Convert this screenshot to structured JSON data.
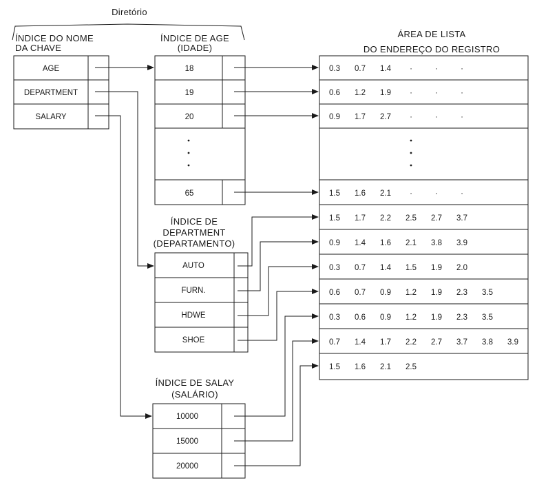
{
  "directory": {
    "title": "Diretório",
    "key_index_heading": [
      "ÍNDICE DO NOME",
      "DA CHAVE"
    ],
    "keys": [
      "AGE",
      "DEPARTMENT",
      "SALARY"
    ]
  },
  "age_index": {
    "heading": [
      "ÍNDICE DE AGE",
      "(IDADE)"
    ],
    "entries": [
      "18",
      "19",
      "20",
      "65"
    ]
  },
  "department_index": {
    "heading": [
      "ÍNDICE DE",
      "DEPARTMENT",
      "(DEPARTAMENTO)"
    ],
    "entries": [
      "AUTO",
      "FURN.",
      "HDWE",
      "SHOE"
    ]
  },
  "salary_index": {
    "heading": [
      "ÍNDICE DE SALAY",
      "(SALÁRIO)"
    ],
    "entries": [
      "10000",
      "15000",
      "20000"
    ]
  },
  "address_area": {
    "heading": [
      "ÁREA DE LISTA",
      "DO ENDEREÇO DO REGISTRO"
    ],
    "age_lists": [
      [
        "0.3",
        "0.7",
        "1.4",
        "·",
        "·",
        "·"
      ],
      [
        "0.6",
        "1.2",
        "1.9",
        "·",
        "·",
        "·"
      ],
      [
        "0.9",
        "1.7",
        "2.7",
        "·",
        "·",
        "·"
      ],
      [
        "1.5",
        "1.6",
        "2.1",
        "·",
        "·",
        "·"
      ]
    ],
    "department_lists": [
      [
        "1.5",
        "1.7",
        "2.2",
        "2.5",
        "2.7",
        "3.7"
      ],
      [
        "0.9",
        "1.4",
        "1.6",
        "2.1",
        "3.8",
        "3.9"
      ],
      [
        "0.3",
        "0.7",
        "1.4",
        "1.5",
        "1.9",
        "2.0"
      ],
      [
        "0.6",
        "0.7",
        "0.9",
        "1.2",
        "1.9",
        "2.3",
        "3.5"
      ]
    ],
    "salary_lists": [
      [
        "0.3",
        "0.6",
        "0.9",
        "1.2",
        "1.9",
        "2.3",
        "3.5"
      ],
      [
        "0.7",
        "1.4",
        "1.7",
        "2.2",
        "2.7",
        "3.7",
        "3.8",
        "3.9"
      ],
      [
        "1.5",
        "1.6",
        "2.1",
        "2.5"
      ]
    ]
  }
}
